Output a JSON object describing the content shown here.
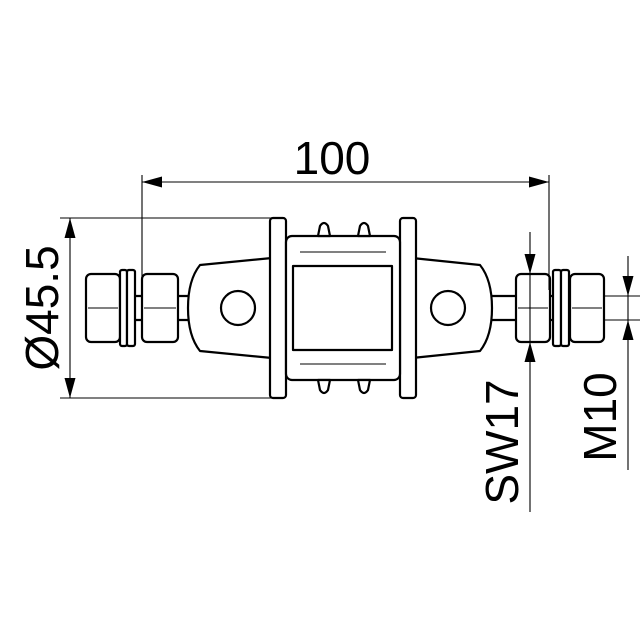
{
  "dimensions": {
    "length": "100",
    "diameter": "Ø45.5",
    "wrench_size": "SW17",
    "thread": "M10"
  }
}
